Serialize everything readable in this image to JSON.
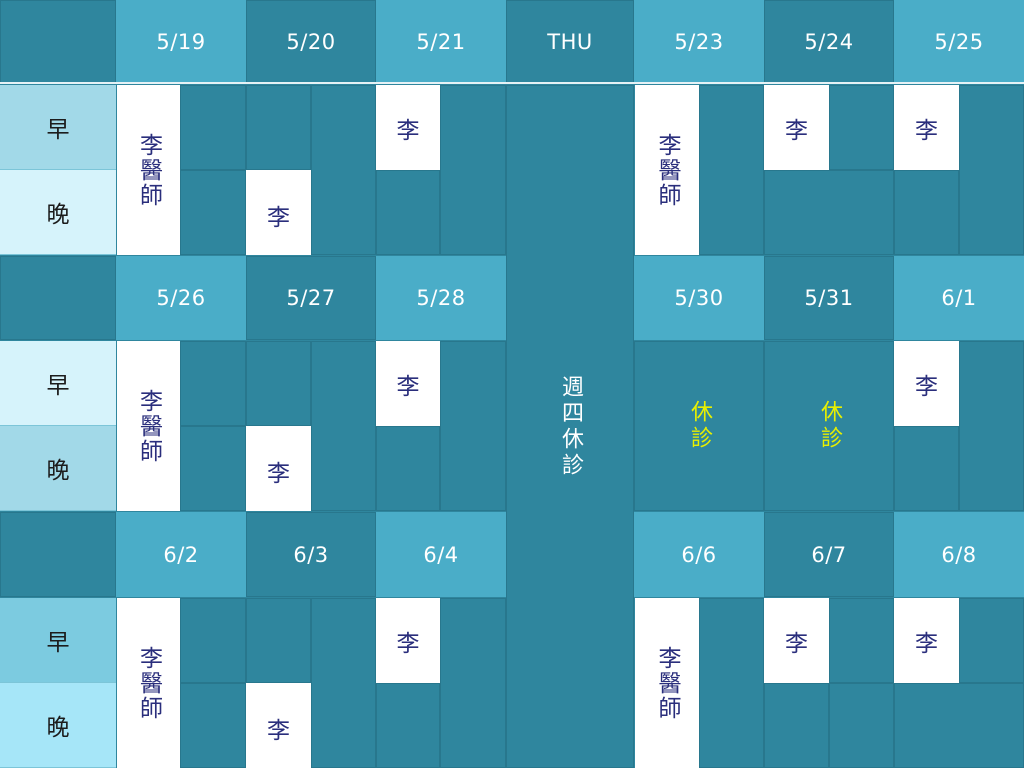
{
  "colors": {
    "background": "#2f869e",
    "header_light": "#4aadc8",
    "doctor_cell": "#ffffff",
    "doctor_text": "#2a2e7c",
    "closed_text": "#e8f000",
    "thursday_closed_text": "#ffffff"
  },
  "row_labels": {
    "morning": "早",
    "evening": "晚"
  },
  "doctor_full": "李醫師",
  "doctor_short": "李",
  "closed_label": "休診",
  "thursday_closed": "週四休診",
  "weeks": [
    {
      "dates": [
        "5/19",
        "5/20",
        "5/21",
        "THU",
        "5/23",
        "5/24",
        "5/25"
      ]
    },
    {
      "dates": [
        "5/26",
        "5/27",
        "5/28",
        "5/30",
        "5/31",
        "6/1"
      ]
    },
    {
      "dates": [
        "6/2",
        "6/3",
        "6/4",
        "6/6",
        "6/7",
        "6/8"
      ]
    }
  ]
}
